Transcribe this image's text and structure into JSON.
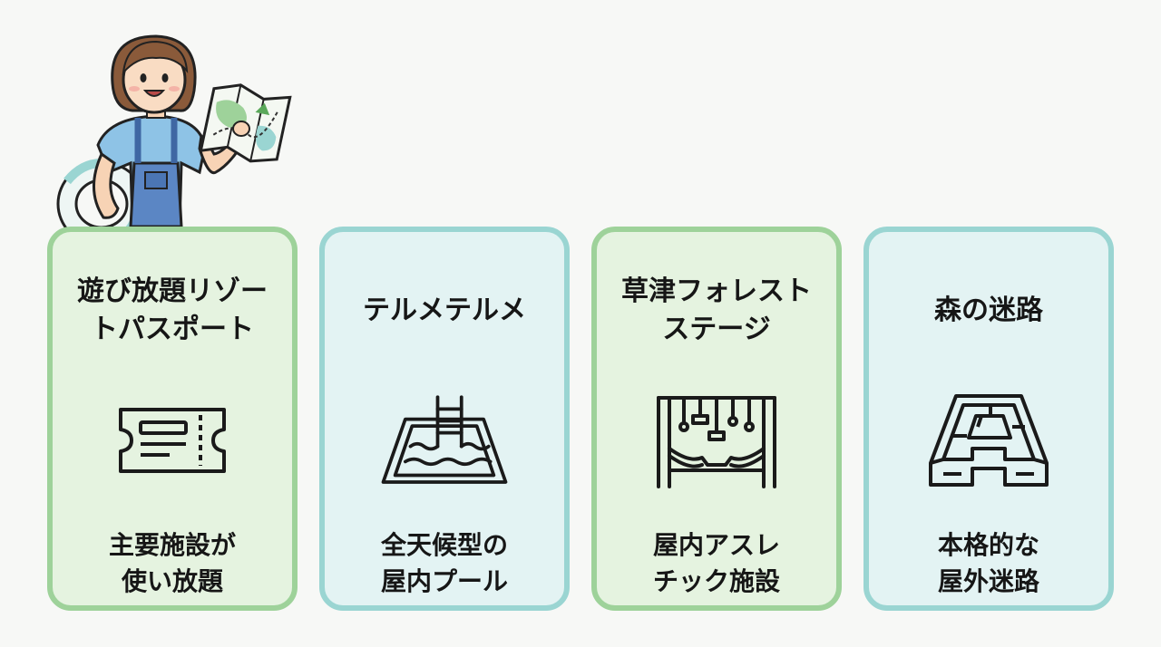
{
  "colors": {
    "green_fill": "#e5f3e0",
    "green_border": "#9ed29a",
    "teal_fill": "#e3f3f3",
    "teal_border": "#9ad5d2",
    "text": "#161616"
  },
  "mascot": {
    "icon": "girl-with-map-and-float-ring"
  },
  "cards": [
    {
      "theme": "green",
      "title_lines": [
        "遊び放題リゾー",
        "トパスポート"
      ],
      "icon": "ticket-icon",
      "desc_lines": [
        "主要施設が",
        "使い放題"
      ]
    },
    {
      "theme": "teal",
      "title_lines": [
        "テルメテルメ"
      ],
      "icon": "pool-icon",
      "desc_lines": [
        "全天候型の",
        "屋内プール"
      ]
    },
    {
      "theme": "green",
      "title_lines": [
        "草津フォレスト",
        "ステージ"
      ],
      "icon": "athletic-course-icon",
      "desc_lines": [
        "屋内アスレ",
        "チック施設"
      ]
    },
    {
      "theme": "teal",
      "title_lines": [
        "森の迷路"
      ],
      "icon": "maze-icon",
      "desc_lines": [
        "本格的な",
        "屋外迷路"
      ]
    }
  ]
}
